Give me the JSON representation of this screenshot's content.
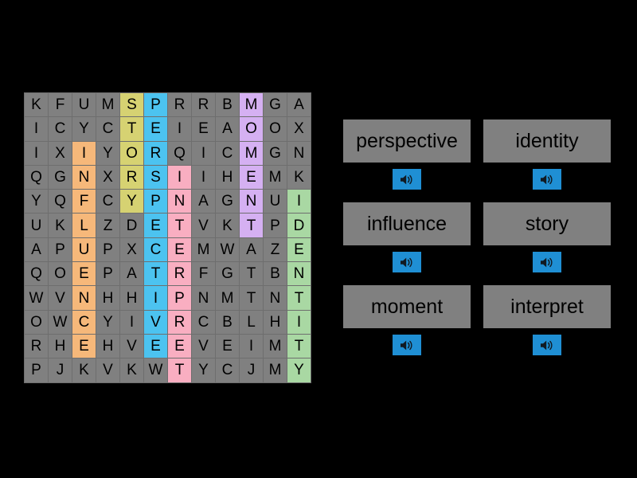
{
  "puzzle": {
    "type": "word-search",
    "rows": 12,
    "cols": 12,
    "grid": [
      [
        "K",
        "F",
        "U",
        "M",
        "S",
        "P",
        "R",
        "R",
        "B",
        "M",
        "G",
        "A"
      ],
      [
        "I",
        "C",
        "Y",
        "C",
        "T",
        "E",
        "I",
        "E",
        "A",
        "O",
        "O",
        "X"
      ],
      [
        "I",
        "X",
        "I",
        "Y",
        "O",
        "R",
        "Q",
        "I",
        "C",
        "M",
        "G",
        "N"
      ],
      [
        "Q",
        "G",
        "N",
        "X",
        "R",
        "S",
        "I",
        "I",
        "H",
        "E",
        "M",
        "K"
      ],
      [
        "Y",
        "Q",
        "F",
        "C",
        "Y",
        "P",
        "N",
        "A",
        "G",
        "N",
        "U",
        "I"
      ],
      [
        "U",
        "K",
        "L",
        "Z",
        "D",
        "E",
        "T",
        "V",
        "K",
        "T",
        "P",
        "D"
      ],
      [
        "A",
        "P",
        "U",
        "P",
        "X",
        "C",
        "E",
        "M",
        "W",
        "A",
        "Z",
        "E"
      ],
      [
        "Q",
        "O",
        "E",
        "P",
        "A",
        "T",
        "R",
        "F",
        "G",
        "T",
        "B",
        "N"
      ],
      [
        "W",
        "V",
        "N",
        "H",
        "H",
        "I",
        "P",
        "N",
        "M",
        "T",
        "N",
        "T"
      ],
      [
        "O",
        "W",
        "C",
        "Y",
        "I",
        "V",
        "R",
        "C",
        "B",
        "L",
        "H",
        "I"
      ],
      [
        "R",
        "H",
        "E",
        "H",
        "V",
        "E",
        "E",
        "V",
        "E",
        "I",
        "M",
        "T"
      ],
      [
        "P",
        "J",
        "K",
        "V",
        "K",
        "W",
        "T",
        "Y",
        "C",
        "J",
        "M",
        "Y"
      ]
    ],
    "highlights": [
      [
        "",
        "",
        "",
        "",
        "story",
        "perspective",
        "",
        "",
        "",
        "moment",
        "",
        ""
      ],
      [
        "",
        "",
        "",
        "",
        "story",
        "perspective",
        "",
        "",
        "",
        "moment",
        "",
        ""
      ],
      [
        "",
        "",
        "influence",
        "",
        "story",
        "perspective",
        "",
        "",
        "",
        "moment",
        "",
        ""
      ],
      [
        "",
        "",
        "influence",
        "",
        "story",
        "perspective",
        "interpret",
        "",
        "",
        "moment",
        "",
        ""
      ],
      [
        "",
        "",
        "influence",
        "",
        "story",
        "perspective",
        "interpret",
        "",
        "",
        "moment",
        "",
        "identity"
      ],
      [
        "",
        "",
        "influence",
        "",
        "",
        "perspective",
        "interpret",
        "",
        "",
        "moment",
        "",
        "identity"
      ],
      [
        "",
        "",
        "influence",
        "",
        "",
        "perspective",
        "interpret",
        "",
        "",
        "",
        "",
        "identity"
      ],
      [
        "",
        "",
        "influence",
        "",
        "",
        "perspective",
        "interpret",
        "",
        "",
        "",
        "",
        "identity"
      ],
      [
        "",
        "",
        "influence",
        "",
        "",
        "perspective",
        "interpret",
        "",
        "",
        "",
        "",
        "identity"
      ],
      [
        "",
        "",
        "influence",
        "",
        "",
        "perspective",
        "interpret",
        "",
        "",
        "",
        "",
        "identity"
      ],
      [
        "",
        "",
        "influence",
        "",
        "",
        "perspective",
        "interpret",
        "",
        "",
        "",
        "",
        "identity"
      ],
      [
        "",
        "",
        "",
        "",
        "",
        "",
        "interpret",
        "",
        "",
        "",
        "",
        "identity"
      ]
    ],
    "cell_default_color": "#808080",
    "highlight_colors": {
      "story": "#d6d272",
      "perspective": "#4cc3f0",
      "influence": "#f6b87a",
      "interpret": "#f9aec1",
      "moment": "#d5b0f2",
      "identity": "#a9d8a3"
    }
  },
  "words": [
    {
      "label": "perspective",
      "speaker_icon": "speaker-icon"
    },
    {
      "label": "identity",
      "speaker_icon": "speaker-icon"
    },
    {
      "label": "influence",
      "speaker_icon": "speaker-icon"
    },
    {
      "label": "story",
      "speaker_icon": "speaker-icon"
    },
    {
      "label": "moment",
      "speaker_icon": "speaker-icon"
    },
    {
      "label": "interpret",
      "speaker_icon": "speaker-icon"
    }
  ],
  "theme": {
    "background": "#000000",
    "chip_background": "#808080",
    "chip_text": "#000000",
    "speaker_button_background": "#1f8fd4"
  }
}
